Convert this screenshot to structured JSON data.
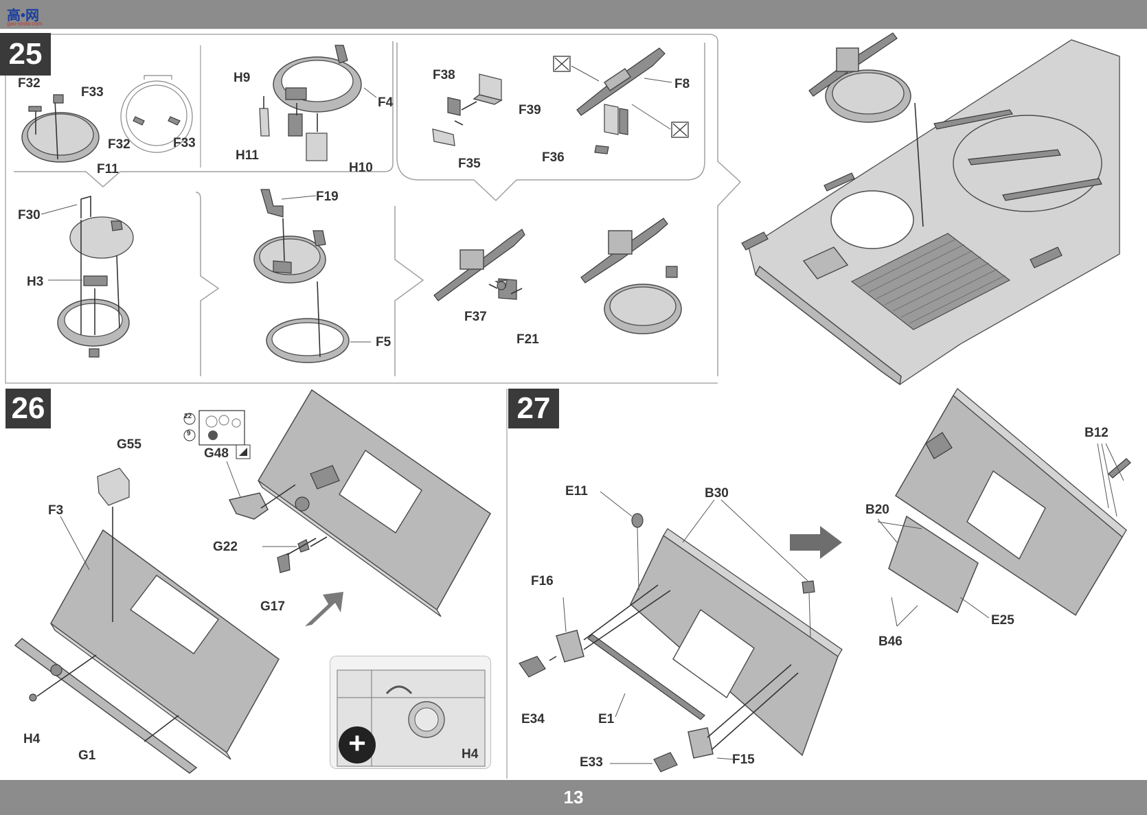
{
  "header": {
    "logo_text": "高•网",
    "logo_sub": "gao-show.com"
  },
  "page_number": "13",
  "steps": {
    "s25": {
      "number": "25",
      "labels": {
        "F32a": "F32",
        "F33a": "F33",
        "F11": "F11",
        "F32b": "F32",
        "F33b": "F33",
        "H9": "H9",
        "F4": "F4",
        "H11": "H11",
        "H10": "H10",
        "F38": "F38",
        "F39": "F39",
        "F35": "F35",
        "F8": "F8",
        "F36": "F36",
        "F30": "F30",
        "H3": "H3",
        "F19": "F19",
        "F5": "F5",
        "F37": "F37",
        "F21": "F21"
      }
    },
    "s26": {
      "number": "26",
      "labels": {
        "G55": "G55",
        "F3": "F3",
        "G48": "G48",
        "G22": "G22",
        "G17": "G17",
        "H4a": "H4",
        "G1": "G1",
        "H4b": "H4"
      },
      "paint_refs": [
        "22",
        "9"
      ]
    },
    "s27": {
      "number": "27",
      "labels": {
        "E11": "E11",
        "B30": "B30",
        "F16": "F16",
        "E34": "E34",
        "E1": "E1",
        "E33": "E33",
        "F15": "F15",
        "B12": "B12",
        "B20": "B20",
        "B46": "B46",
        "E25": "E25"
      }
    }
  }
}
